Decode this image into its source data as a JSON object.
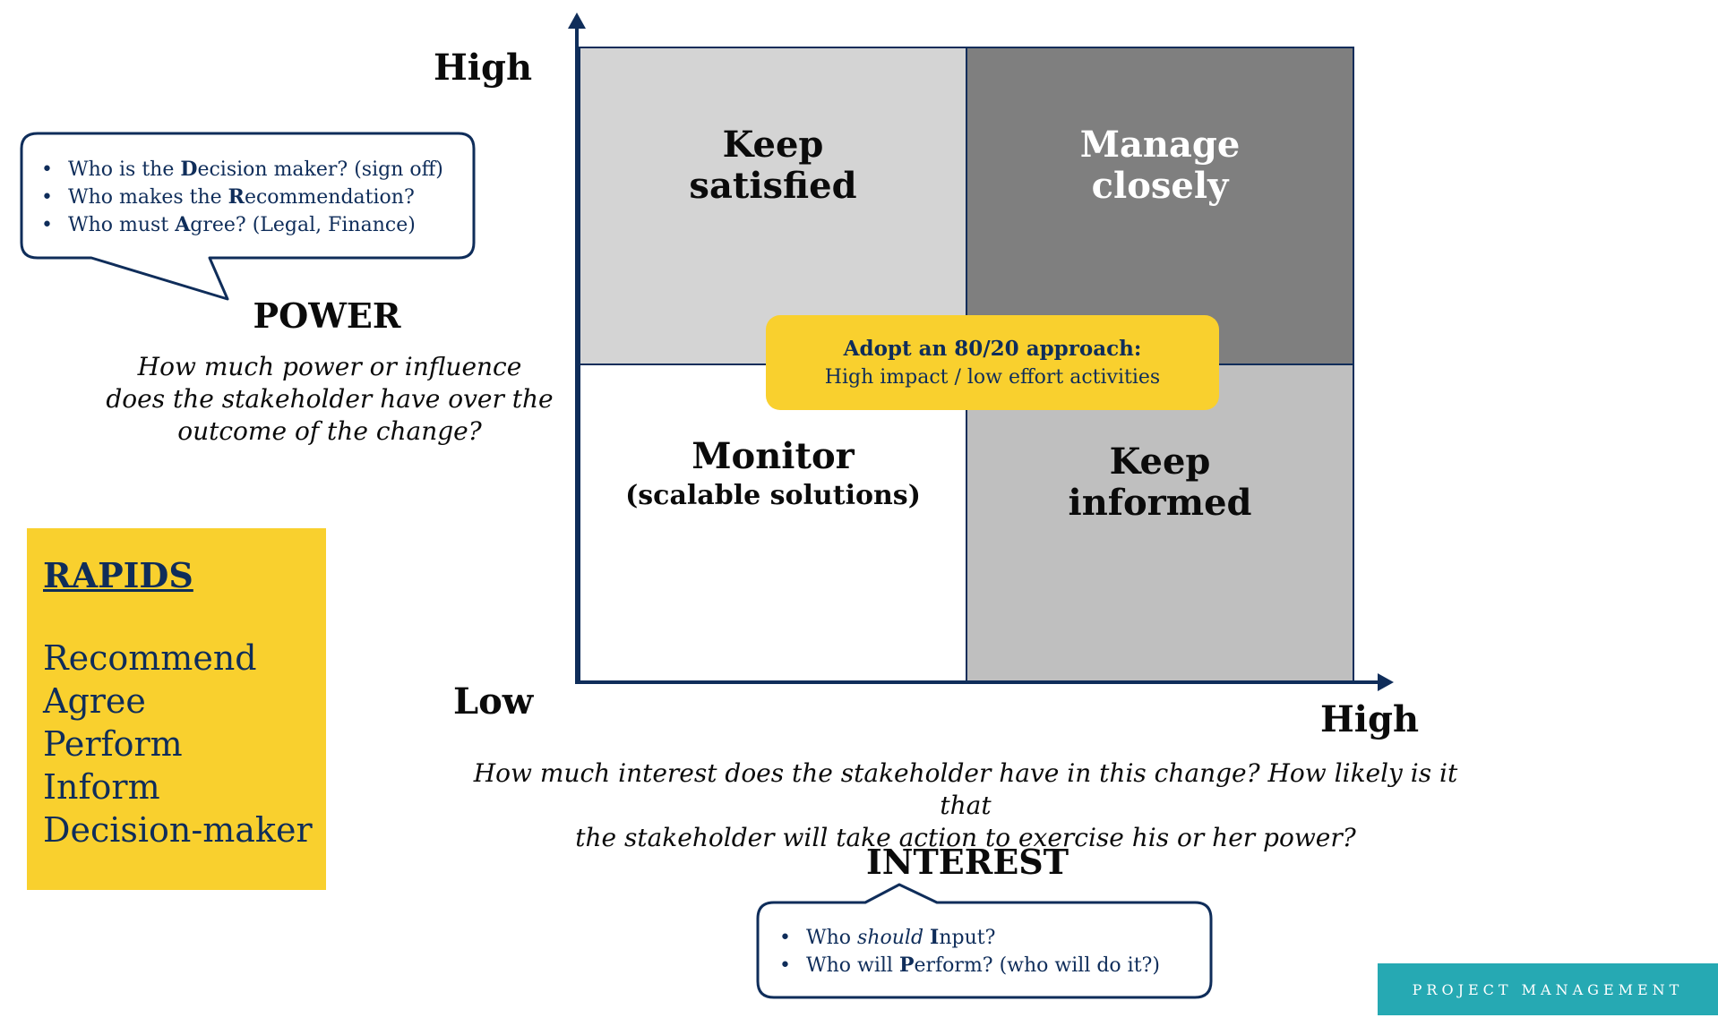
{
  "axes": {
    "y_high": "High",
    "x_low": "Low",
    "x_high": "High"
  },
  "quadrants": {
    "top_left": "Keep\nsatisfied",
    "top_right": "Manage\nclosely",
    "bottom_left_main": "Monitor",
    "bottom_left_sub": "(scalable solutions)",
    "bottom_right": "Keep\ninformed"
  },
  "center_callout": {
    "title": "Adopt an 80/20 approach:",
    "subtitle": "High impact / low effort activities"
  },
  "power": {
    "title": "POWER",
    "question": "How much power or influence\ndoes the stakeholder have over the\noutcome of the change?",
    "bubble": [
      {
        "pre": "Who is the ",
        "bold": "D",
        "post": "ecision maker? (sign off)"
      },
      {
        "pre": "Who makes the ",
        "bold": "R",
        "post": "ecommendation?"
      },
      {
        "pre": "Who must ",
        "bold": "A",
        "post": "gree? (Legal, Finance)"
      }
    ]
  },
  "interest": {
    "title": "INTEREST",
    "question": "How much interest does the stakeholder have in this change? How likely is it that\nthe stakeholder will take action to exercise his or her power?",
    "bubble": [
      {
        "pre": "Who ",
        "italic": "should",
        "mid": " ",
        "bold": "I",
        "post": "nput?"
      },
      {
        "pre": "Who will ",
        "bold": "P",
        "post": "erform? (who will do it?)"
      }
    ]
  },
  "rapids": {
    "heading": "RAPIDS",
    "items": [
      "Recommend",
      "Agree",
      "Perform",
      "Inform",
      "Decision-maker"
    ]
  },
  "brand": "PROJECT MANAGEMENT",
  "colors": {
    "navy": "#0f2d5a",
    "yellow": "#f9d02e",
    "teal": "#26a9b3",
    "light_gray": "#d4d4d4",
    "dark_gray": "#7f7f7f",
    "mid_gray": "#bfbfbf"
  }
}
